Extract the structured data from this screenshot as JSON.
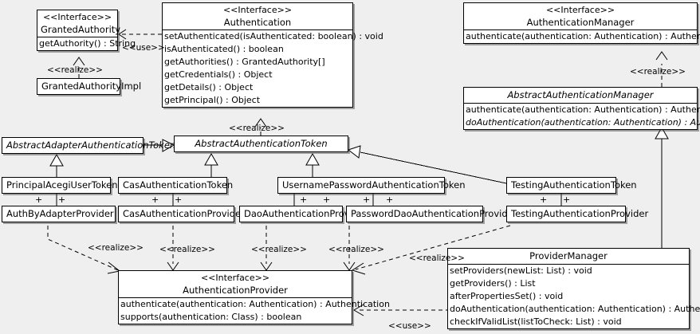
{
  "diagram": {
    "type": "uml-class-diagram",
    "background": "#efefef",
    "stereotype_interface": "<<Interface>>",
    "labels": {
      "realize": "<<realize>>",
      "use": "<<use>>",
      "plus": "+"
    }
  },
  "classes": {
    "granted_authority": {
      "stereotype": "<<Interface>>",
      "name": "GrantedAuthority",
      "methods": [
        "getAuthority() : String"
      ]
    },
    "granted_authority_impl": {
      "name": "GrantedAuthorityImpl",
      "methods": []
    },
    "authentication": {
      "stereotype": "<<Interface>>",
      "name": "Authentication",
      "methods": [
        "setAuthenticated(isAuthenticated: boolean) : void",
        "isAuthenticated() : boolean",
        "getAuthorities() : GrantedAuthority[]",
        "getCredentials() : Object",
        "getDetails() : Object",
        "getPrincipal() : Object"
      ]
    },
    "authentication_manager": {
      "stereotype": "<<Interface>>",
      "name": "AuthenticationManager",
      "methods": [
        "authenticate(authentication: Authentication) : Authentication"
      ]
    },
    "abstract_authentication_manager": {
      "name": "AbstractAuthenticationManager",
      "abstract": true,
      "methods": [
        "authenticate(authentication: Authentication) : Authentication",
        "doAuthentication(authentication: Authentication) : Authentication"
      ]
    },
    "abstract_adapter_authentication_token": {
      "name": "AbstractAdapterAuthenticationToken",
      "abstract": true
    },
    "abstract_authentication_token": {
      "name": "AbstractAuthenticationToken",
      "abstract": true
    },
    "principal_acegi_user_token": {
      "name": "PrincipalAcegiUserToken"
    },
    "cas_authentication_token": {
      "name": "CasAuthenticationToken"
    },
    "username_password_authentication_token": {
      "name": "UsernamePasswordAuthenticationToken"
    },
    "testing_authentication_token": {
      "name": "TestingAuthenticationToken"
    },
    "auth_by_adapter_provider": {
      "name": "AuthByAdapterProvider"
    },
    "cas_authentication_provider": {
      "name": "CasAuthenticationProvider"
    },
    "dao_authentication_provider": {
      "name": "DaoAuthenticationProvider"
    },
    "password_dao_authentication_provider": {
      "name": "PasswordDaoAuthenticationProvider"
    },
    "testing_authentication_provider": {
      "name": "TestingAuthenticationProvider"
    },
    "authentication_provider": {
      "stereotype": "<<Interface>>",
      "name": "AuthenticationProvider",
      "methods": [
        "authenticate(authentication: Authentication) : Authentication",
        "supports(authentication: Class) : boolean"
      ]
    },
    "provider_manager": {
      "name": "ProviderManager",
      "methods": [
        "setProviders(newList: List) : void",
        "getProviders() : List",
        "afterPropertiesSet() : void",
        "doAuthentication(authentication: Authentication) : Authentication",
        "checkIfValidList(listToCheck: List) : void"
      ]
    }
  },
  "relationships": [
    {
      "id": "use-authentication-grantedauthority",
      "kind": "use",
      "label": "<<use>>",
      "from": "authentication",
      "to": "granted_authority"
    },
    {
      "id": "realize-grantedauthorityimpl",
      "kind": "realize",
      "label": "<<realize>>",
      "from": "granted_authority_impl",
      "to": "granted_authority"
    },
    {
      "id": "realize-abstractauthenticationtoken-authentication",
      "kind": "realize",
      "label": "<<realize>>",
      "from": "abstract_authentication_token",
      "to": "authentication"
    },
    {
      "id": "realize-abstractauthenticationmanager",
      "kind": "realize",
      "label": "<<realize>>",
      "from": "abstract_authentication_manager",
      "to": "authentication_manager"
    },
    {
      "id": "gen-providermanager",
      "kind": "generalization",
      "from": "provider_manager",
      "to": "abstract_authentication_manager"
    },
    {
      "id": "gen-adaptertoken",
      "kind": "generalization",
      "from": "abstract_adapter_authentication_token",
      "to": "abstract_authentication_token"
    },
    {
      "id": "gen-principalacegiusertoken",
      "kind": "generalization",
      "from": "principal_acegi_user_token",
      "to": "abstract_adapter_authentication_token"
    },
    {
      "id": "gen-castoken",
      "kind": "generalization",
      "from": "cas_authentication_token",
      "to": "abstract_authentication_token"
    },
    {
      "id": "gen-usernamepasswordtoken",
      "kind": "generalization",
      "from": "username_password_authentication_token",
      "to": "abstract_authentication_token"
    },
    {
      "id": "gen-testingtoken",
      "kind": "generalization",
      "from": "testing_authentication_token",
      "to": "abstract_authentication_token"
    },
    {
      "id": "assoc-principal-authbyadapter",
      "kind": "association",
      "from": "principal_acegi_user_token",
      "to": "auth_by_adapter_provider"
    },
    {
      "id": "assoc-cas",
      "kind": "association",
      "from": "cas_authentication_token",
      "to": "cas_authentication_provider"
    },
    {
      "id": "assoc-upt-dao",
      "kind": "association",
      "from": "username_password_authentication_token",
      "to": "dao_authentication_provider"
    },
    {
      "id": "assoc-upt-passworddao",
      "kind": "association",
      "from": "username_password_authentication_token",
      "to": "password_dao_authentication_provider"
    },
    {
      "id": "assoc-testing",
      "kind": "association",
      "from": "testing_authentication_token",
      "to": "testing_authentication_provider"
    },
    {
      "id": "realize-authbyadapter",
      "kind": "realize",
      "label": "<<realize>>",
      "from": "auth_by_adapter_provider",
      "to": "authentication_provider"
    },
    {
      "id": "realize-casprovider",
      "kind": "realize",
      "label": "<<realize>>",
      "from": "cas_authentication_provider",
      "to": "authentication_provider"
    },
    {
      "id": "realize-daoprovider",
      "kind": "realize",
      "label": "<<realize>>",
      "from": "dao_authentication_provider",
      "to": "authentication_provider"
    },
    {
      "id": "realize-passworddaoprovider",
      "kind": "realize",
      "label": "<<realize>>",
      "from": "password_dao_authentication_provider",
      "to": "authentication_provider"
    },
    {
      "id": "realize-testingprovider",
      "kind": "realize",
      "label": "<<realize>>",
      "from": "testing_authentication_provider",
      "to": "authentication_provider"
    },
    {
      "id": "use-providermanager-authenticationprovider",
      "kind": "use",
      "label": "<<use>>",
      "from": "provider_manager",
      "to": "authentication_provider"
    }
  ]
}
